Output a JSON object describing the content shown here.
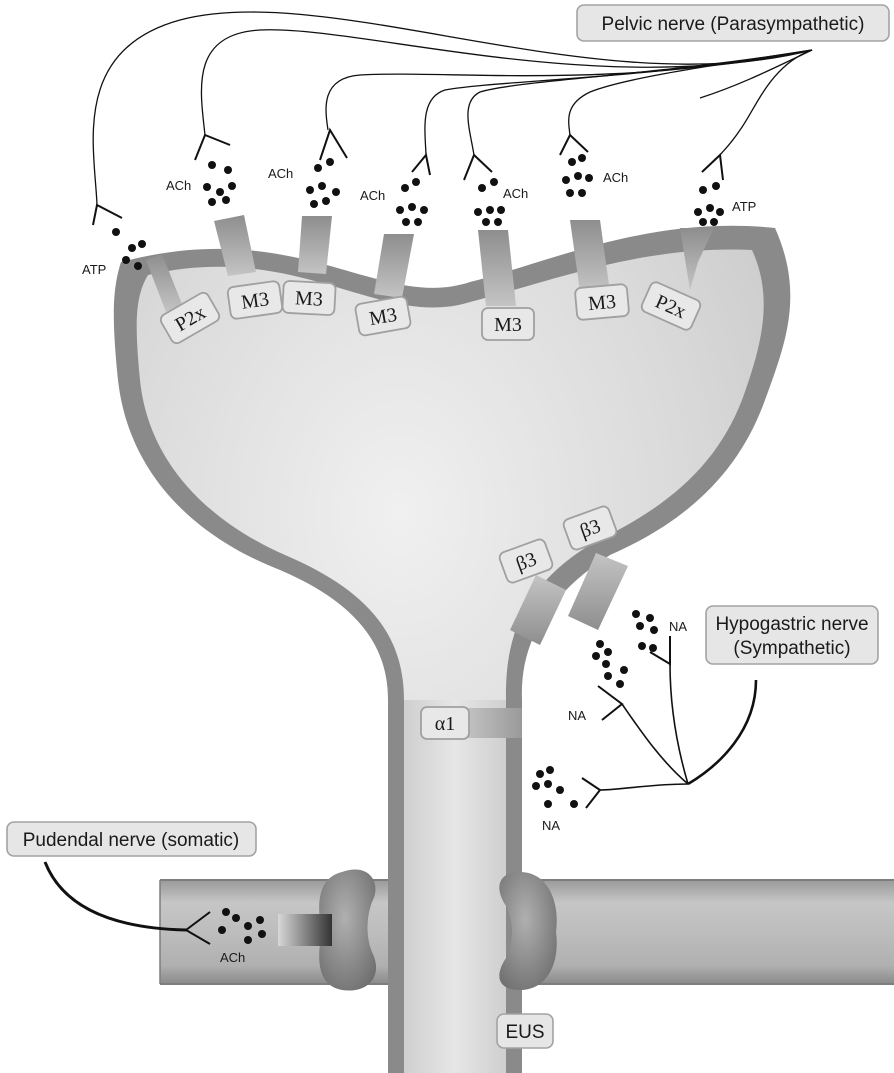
{
  "labels": {
    "pelvic_nerve": "Pelvic nerve (Parasympathetic)",
    "hypogastric_line1": "Hypogastric nerve",
    "hypogastric_line2": "(Sympathetic)",
    "pudendal_nerve": "Pudendal nerve (somatic)",
    "eus": "EUS"
  },
  "receptors": {
    "p2x": "P2x",
    "m3": "M3",
    "beta3": "β3",
    "alpha1": "α1"
  },
  "transmitters": {
    "ach": "ACh",
    "atp": "ATP",
    "na": "NA"
  },
  "colors": {
    "bladder_wall": "#8a8a8a",
    "bladder_lumen": "#d9d9d9",
    "sphincter": "#8c8c8c",
    "label_box_fill": "#e6e6e6",
    "label_box_stroke": "#a3a3a3",
    "nerve": "#111111",
    "vesicle": "#111111"
  }
}
